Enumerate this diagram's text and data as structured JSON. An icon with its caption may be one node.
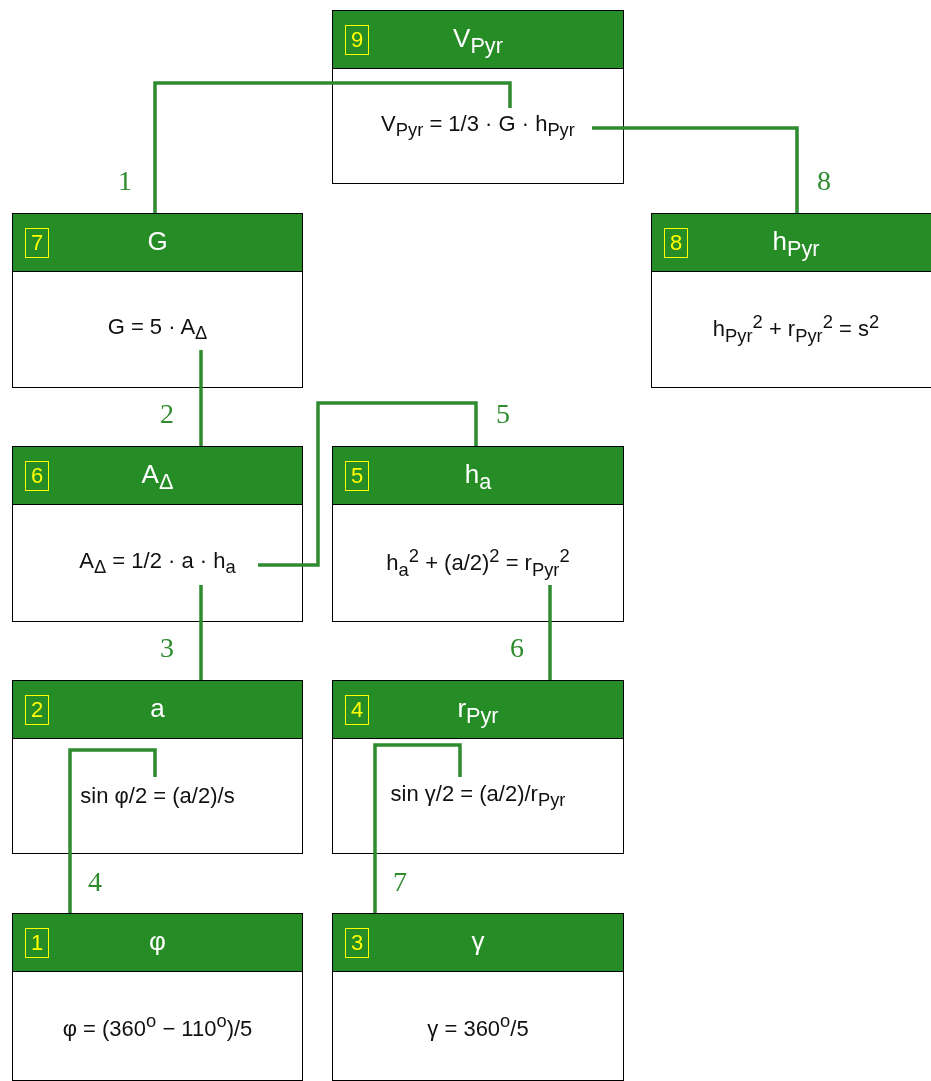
{
  "diagram": {
    "nodes": [
      {
        "text": [
          "9",
          "V$_{Pyr}$",
          "V$_{Pyr}$ = 1/3 · G · h$_{Pyr}$"
        ]
      },
      {
        "text": [
          "7",
          "G",
          "G = 5 · A$_{Δ}$"
        ]
      },
      {
        "text": [
          "8",
          "h$_{Pyr}$",
          "h$_{Pyr}$$^{2}$ + r$_{Pyr}$$^{2}$ = s$^{2}$"
        ]
      },
      {
        "text": [
          "6",
          "A$_{Δ}$",
          "A$_{Δ}$ = 1/2 · a · h$_{a}$"
        ]
      },
      {
        "text": [
          "5",
          "h$_{a}$",
          "h$_{a}$$^{2}$ + (a/2)$^{2}$ = r$_{Pyr}$$^{2}$"
        ]
      },
      {
        "text": [
          "2",
          "a",
          "sin φ/2 = (a/2)/s"
        ]
      },
      {
        "text": [
          "4",
          "r$_{Pyr}$",
          "sin γ/2 = (a/2)/r$_{Pyr}$"
        ]
      },
      {
        "text": [
          "1",
          "φ",
          "φ = (360$^{o}$ − 110$^{o}$)/5"
        ]
      },
      {
        "text": [
          "3",
          "γ",
          "γ = 360$^{o}$/5"
        ]
      }
    ],
    "edges": [
      {
        "from": 0,
        "to": 1,
        "arrow": "none",
        "label": "1"
      },
      {
        "from": 1,
        "to": 3,
        "arrow": "none",
        "label": "2"
      },
      {
        "from": 3,
        "to": 5,
        "arrow": "none",
        "label": "3"
      },
      {
        "from": 5,
        "to": 7,
        "arrow": "none",
        "label": "4"
      },
      {
        "from": 3,
        "to": 4,
        "arrow": "none",
        "label": "5"
      },
      {
        "from": 4,
        "to": 6,
        "arrow": "none",
        "label": "6"
      },
      {
        "from": 6,
        "to": 8,
        "arrow": "none",
        "label": "7"
      },
      {
        "from": 0,
        "to": 2,
        "arrow": "none",
        "label": "8"
      }
    ]
  }
}
